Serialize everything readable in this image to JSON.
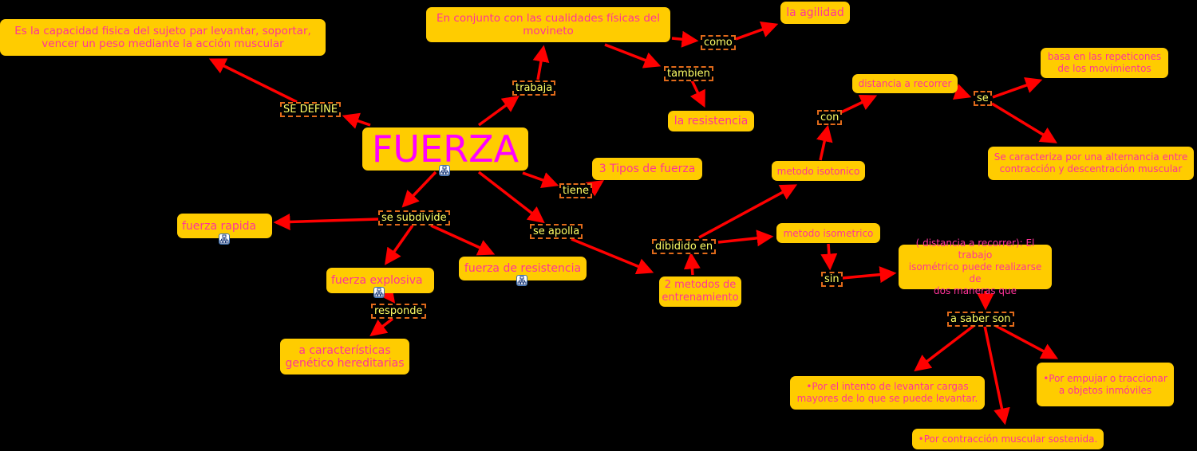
{
  "colors": {
    "background": "#000000",
    "concept_fill": "#FFCC00",
    "concept_text": "#FF3399",
    "title_text": "#FF00FF",
    "link_text": "#FFFF66",
    "link_border": "#E06A1A",
    "arrow": "#FF0000"
  },
  "concepts": {
    "fuerza": "FUERZA",
    "definicion": "Es la capacidad fisica del sujeto par levantar, soportar,\nvencer un peso mediante la acción muscular",
    "conjunto": "En conjunto con las cualidades físicas del\nmovineto",
    "agilidad": "la agilidad",
    "resistencia": "la resistencia",
    "tipos": "3 Tipos de fuerza",
    "rapida": "fuerza rapida",
    "explosiva": "fuerza explosiva",
    "fuerza_resistencia": "fuerza de resistencia",
    "geneticas": "a características\ngenético hereditarias",
    "dos_metodos": "2 metodos de\nentrenamiento",
    "isotonico": "metodo isotonico",
    "isometrico": "metodo isometrico",
    "distancia": "distancia a recorrer",
    "repeticiones": "basa en las repeticones\nde los movimientos",
    "alternancia": "Se caracteriza por una alternancia entre\ncontracción y descentración muscular",
    "trabajo_isometrico": "( distancia a recorrer): El trabajo\nisométrico puede realizarse de\ndos maneras que",
    "levantar_cargas": "•Por el intento de levantar cargas\nmayores de lo que se puede levantar.",
    "empujar": "•Por empujar o traccionar\na objetos inmóviles",
    "contraccion": "•Por contracción muscular sostenida."
  },
  "links": {
    "se_define": "SE DEFINE",
    "trabaja": "trabaja",
    "como": "como",
    "tambien": "tambien",
    "tiene": "tiene",
    "se_subdivide": "se subdivide",
    "se_apolla": "se apolla",
    "responde": "responde",
    "dibidido_en": "dibidido en",
    "con": "con",
    "se": "se",
    "sin": "sin",
    "a_saber_son": "a saber son"
  },
  "icons": {
    "submap": "submap-icon"
  }
}
